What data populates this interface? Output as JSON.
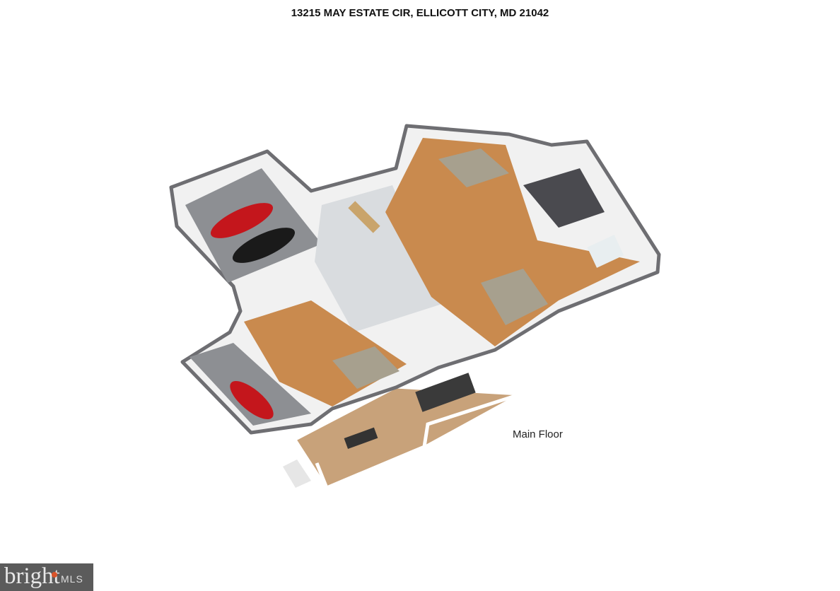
{
  "header": {
    "address": "13215 MAY ESTATE CIR, ELLICOTT CITY, MD 21042"
  },
  "plan": {
    "floor_label": "Main Floor"
  },
  "branding": {
    "logo_word": "bright",
    "logo_suffix": "MLS"
  },
  "colors": {
    "wood": "#c98a4e",
    "tile": "#d9dcdf",
    "garage": "#8d8f93",
    "wall": "#f2f2f2",
    "wall_top": "#6e6e72",
    "car_red": "#c4161c",
    "car_black": "#1a1a1a",
    "deck": "#c8a27a"
  }
}
